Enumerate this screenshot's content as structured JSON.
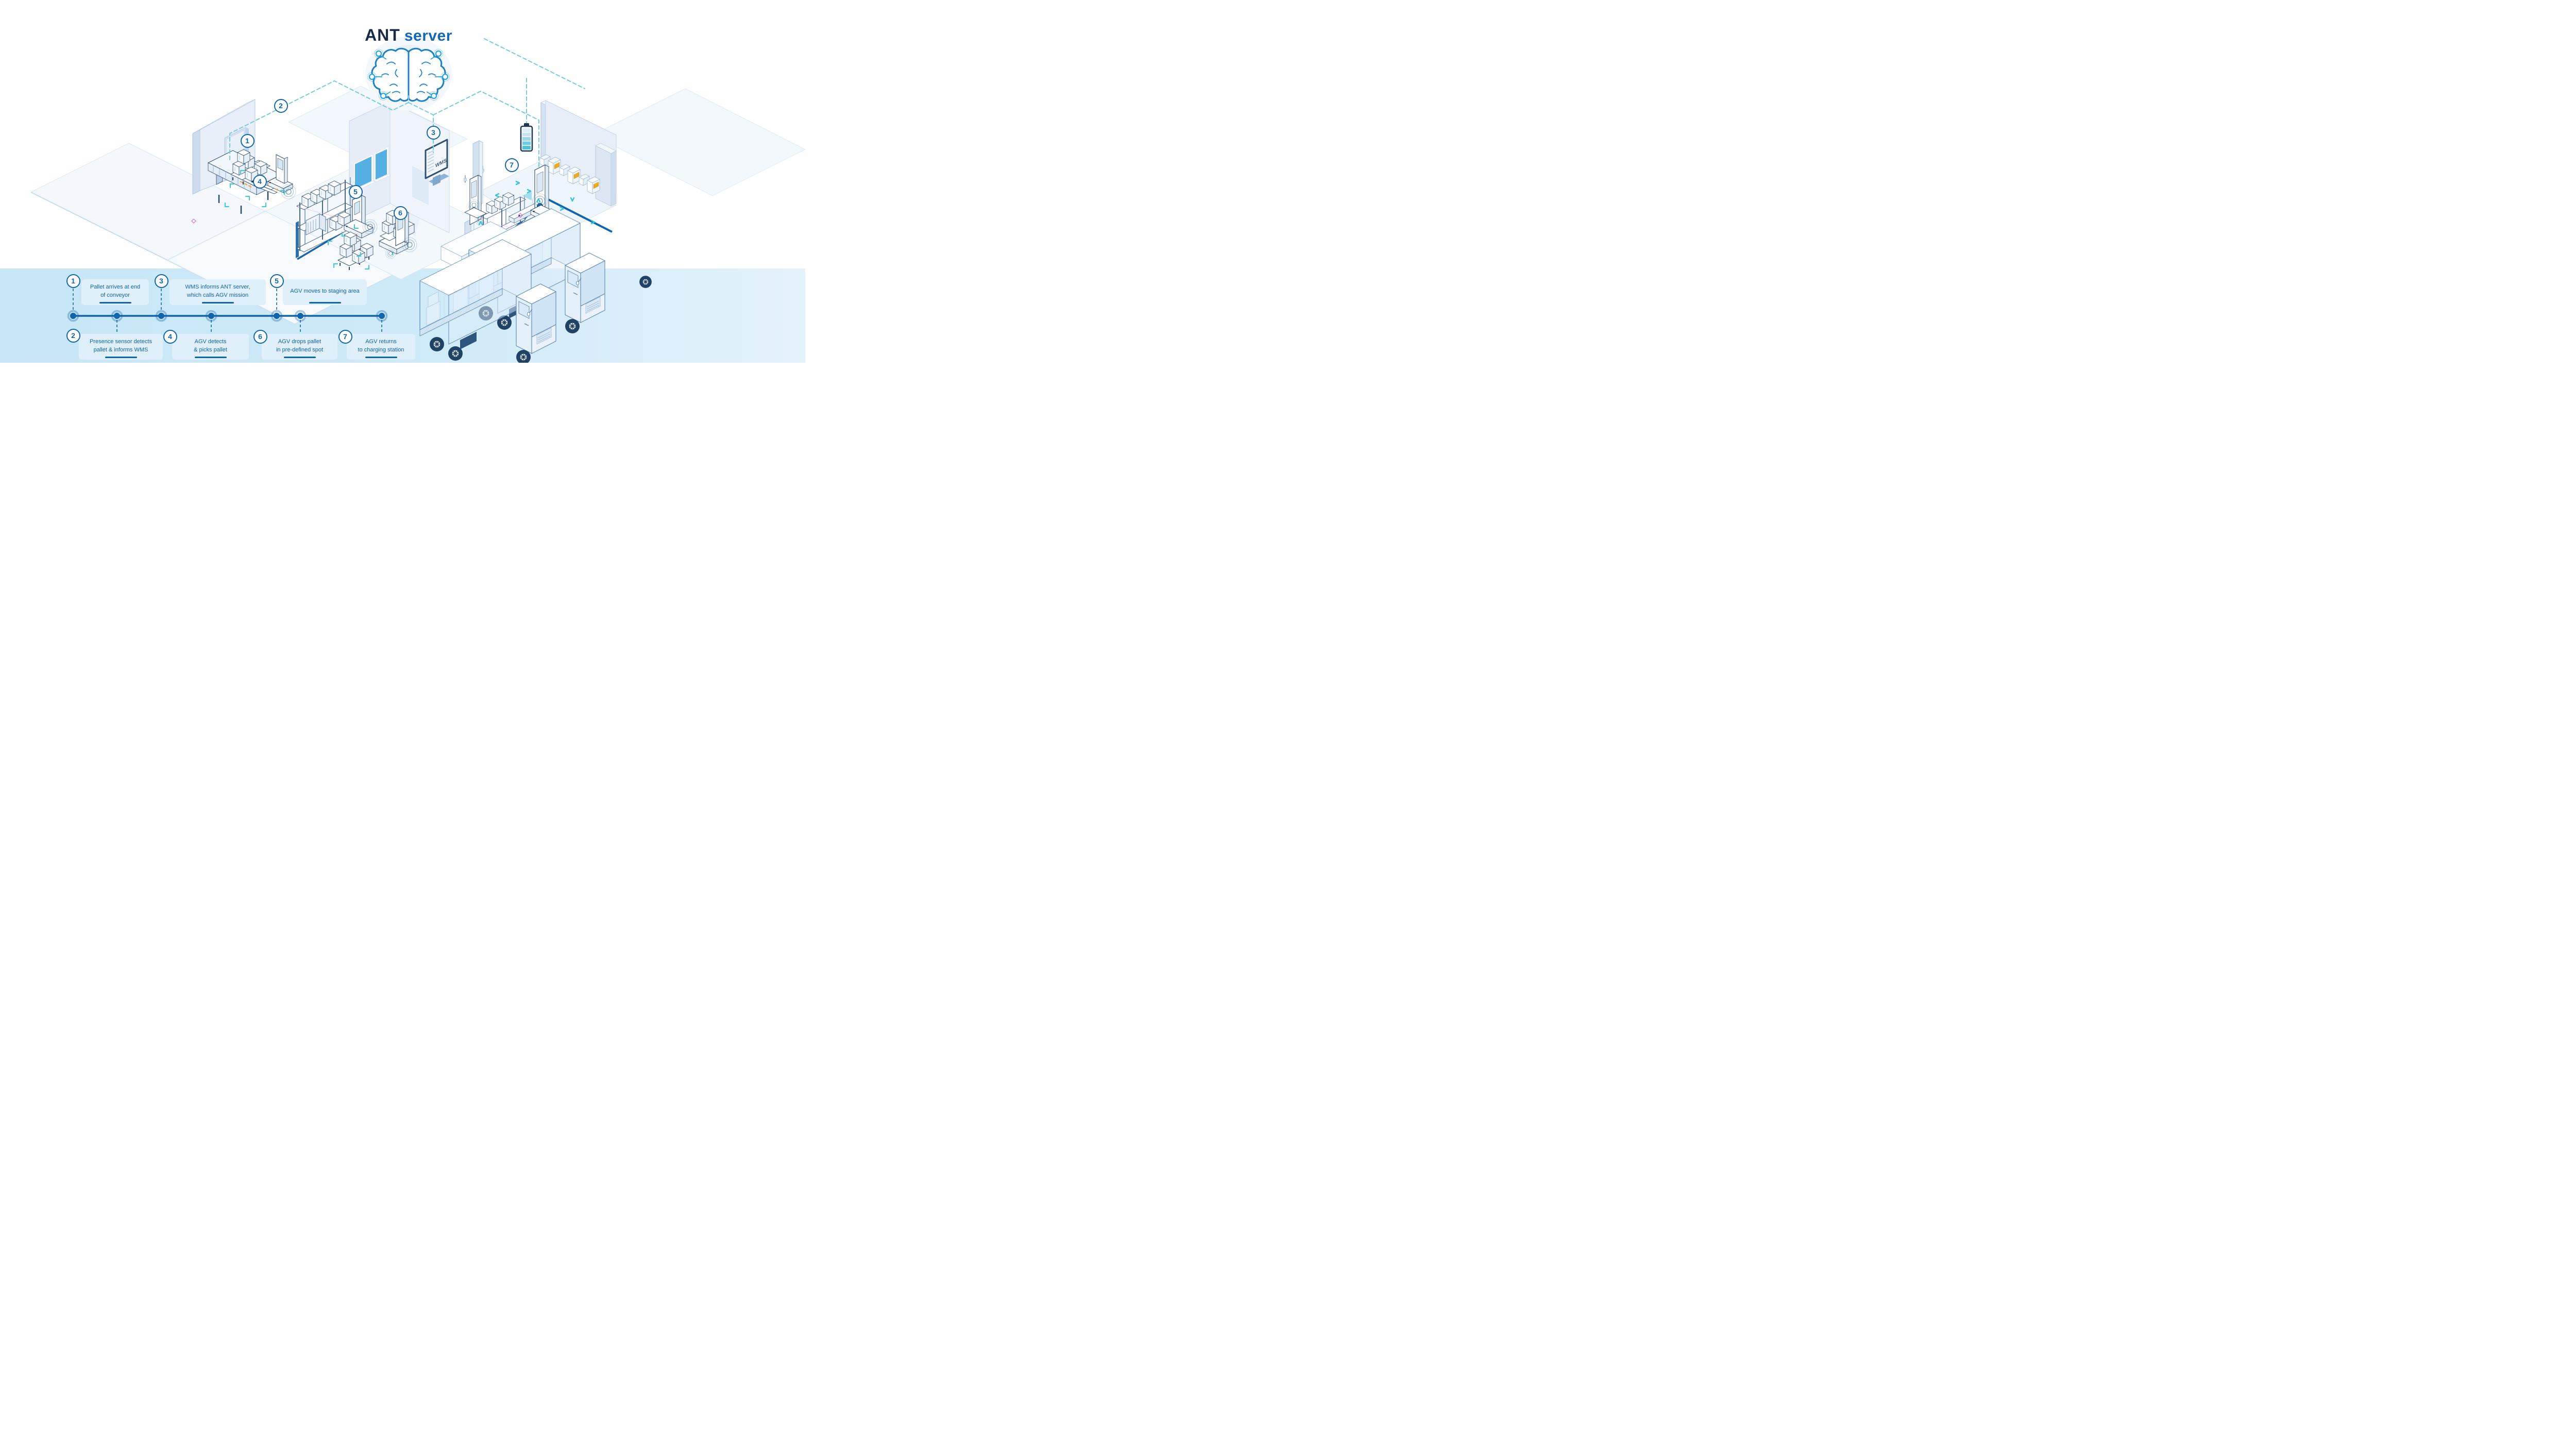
{
  "brand": {
    "primary": "ANT",
    "secondary": "server"
  },
  "scene": {
    "wms_label": "WMS",
    "markers": [
      {
        "number": "1"
      },
      {
        "number": "2"
      },
      {
        "number": "3"
      },
      {
        "number": "4"
      },
      {
        "number": "5"
      },
      {
        "number": "6"
      },
      {
        "number": "7"
      }
    ]
  },
  "timeline": {
    "steps": [
      {
        "number": "1",
        "text": "Pallet arrives at end\nof conveyor"
      },
      {
        "number": "2",
        "text": "Presence sensor detects\npallet & informs WMS"
      },
      {
        "number": "3",
        "text": "WMS informs ANT server,\nwhich calls AGV mission"
      },
      {
        "number": "4",
        "text": "AGV detects\n& picks pallet"
      },
      {
        "number": "5",
        "text": "AGV moves to staging area"
      },
      {
        "number": "6",
        "text": "AGV drops pallet\nin pre-defined spot"
      },
      {
        "number": "7",
        "text": "AGV returns\nto charging station"
      }
    ]
  },
  "colors": {
    "accent": "#1165ab",
    "teal_dash": "#74cbdc",
    "logo_navy": "#1c2b45",
    "logo_blue": "#1569b0",
    "band": "#cfeaf8",
    "window_blue": "#54b0e2",
    "charger_yellow": "#f0b429"
  }
}
